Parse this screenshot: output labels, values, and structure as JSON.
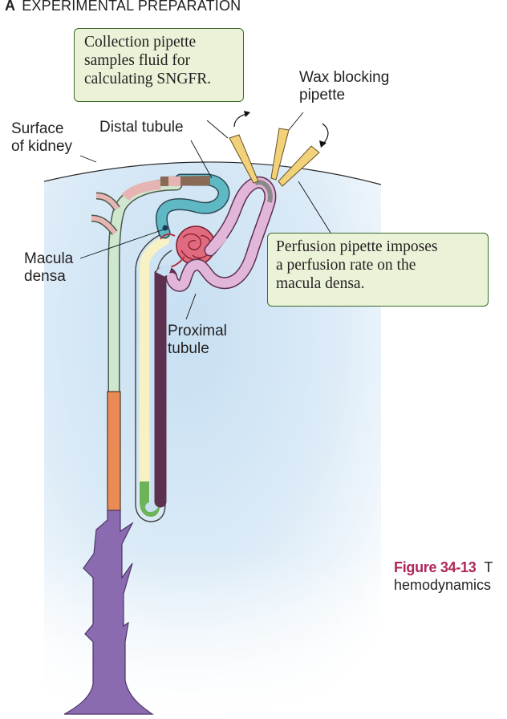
{
  "panel": {
    "letter": "A",
    "title": "EXPERIMENTAL PREPARATION"
  },
  "callouts": {
    "collection": [
      "Collection pipette",
      "samples fluid for",
      "calculating SNGFR."
    ],
    "perfusion": [
      "Perfusion pipette imposes",
      "a perfusion rate on the",
      "macula densa."
    ]
  },
  "labels": {
    "wax": [
      "Wax blocking",
      "pipette"
    ],
    "surface": [
      "Surface",
      "of kidney"
    ],
    "distal": "Distal tubule",
    "macula": [
      "Macula",
      "densa"
    ],
    "proximal": [
      "Proximal",
      "tubule"
    ]
  },
  "caption": {
    "number": "Figure 34-13",
    "text_line1": "T",
    "text_line2": "hemodynamics"
  },
  "colors": {
    "kidney_tissue": "#cfe3f3",
    "proximal_tubule": "#e2b6d8",
    "distal_tubule": "#5fb9c4",
    "thick_ascending": "#f7f1c4",
    "descending_limb": "#c7dff0",
    "collecting_duct": "#9570b6",
    "collecting_cortical": "#cfe6cf",
    "collecting_mid": "#ec8a55",
    "glomerulus": "#e47b8c",
    "callout_fill": "#eaf2d8",
    "callout_border": "#3e6b2c",
    "figure_number": "#b0245a"
  }
}
